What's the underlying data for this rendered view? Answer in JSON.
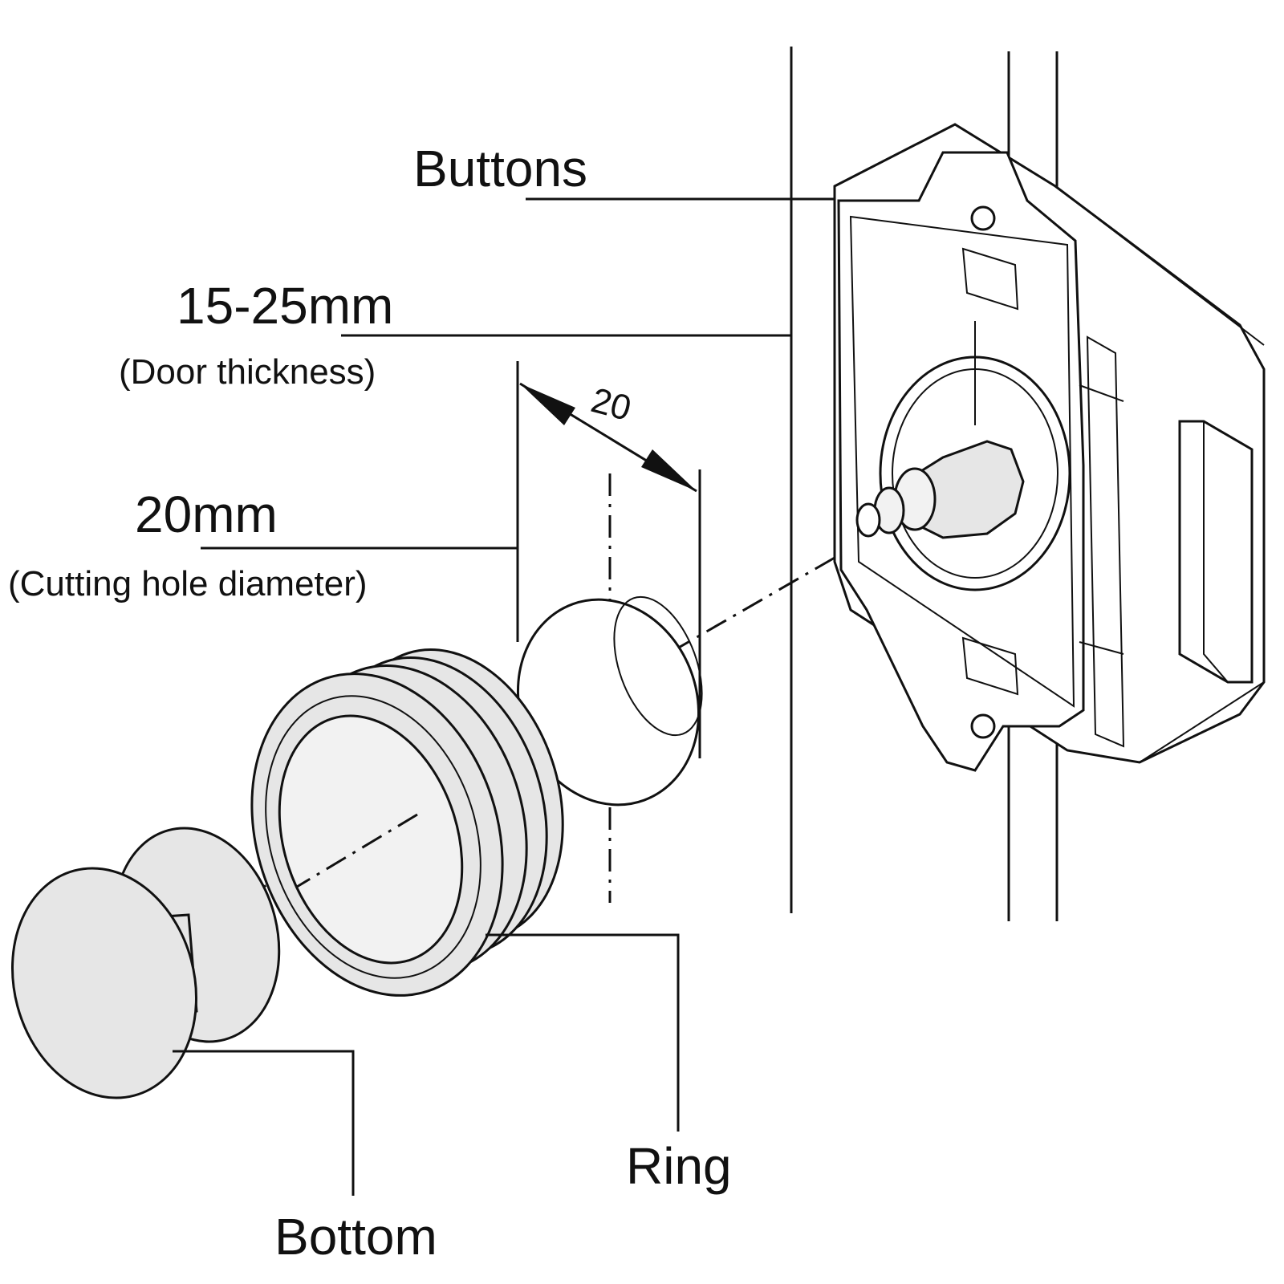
{
  "labels": {
    "buttons": "Buttons",
    "door_thickness_value": "15-25mm",
    "door_thickness_caption": "(Door thickness)",
    "hole_diameter_value": "20mm",
    "hole_diameter_caption": "(Cutting hole diameter)",
    "dimension_mark": "20",
    "ring": "Ring",
    "bottom": "Bottom"
  },
  "colors": {
    "line": "#111111",
    "part_fill": "#e6e6e6",
    "background": "#ffffff"
  }
}
